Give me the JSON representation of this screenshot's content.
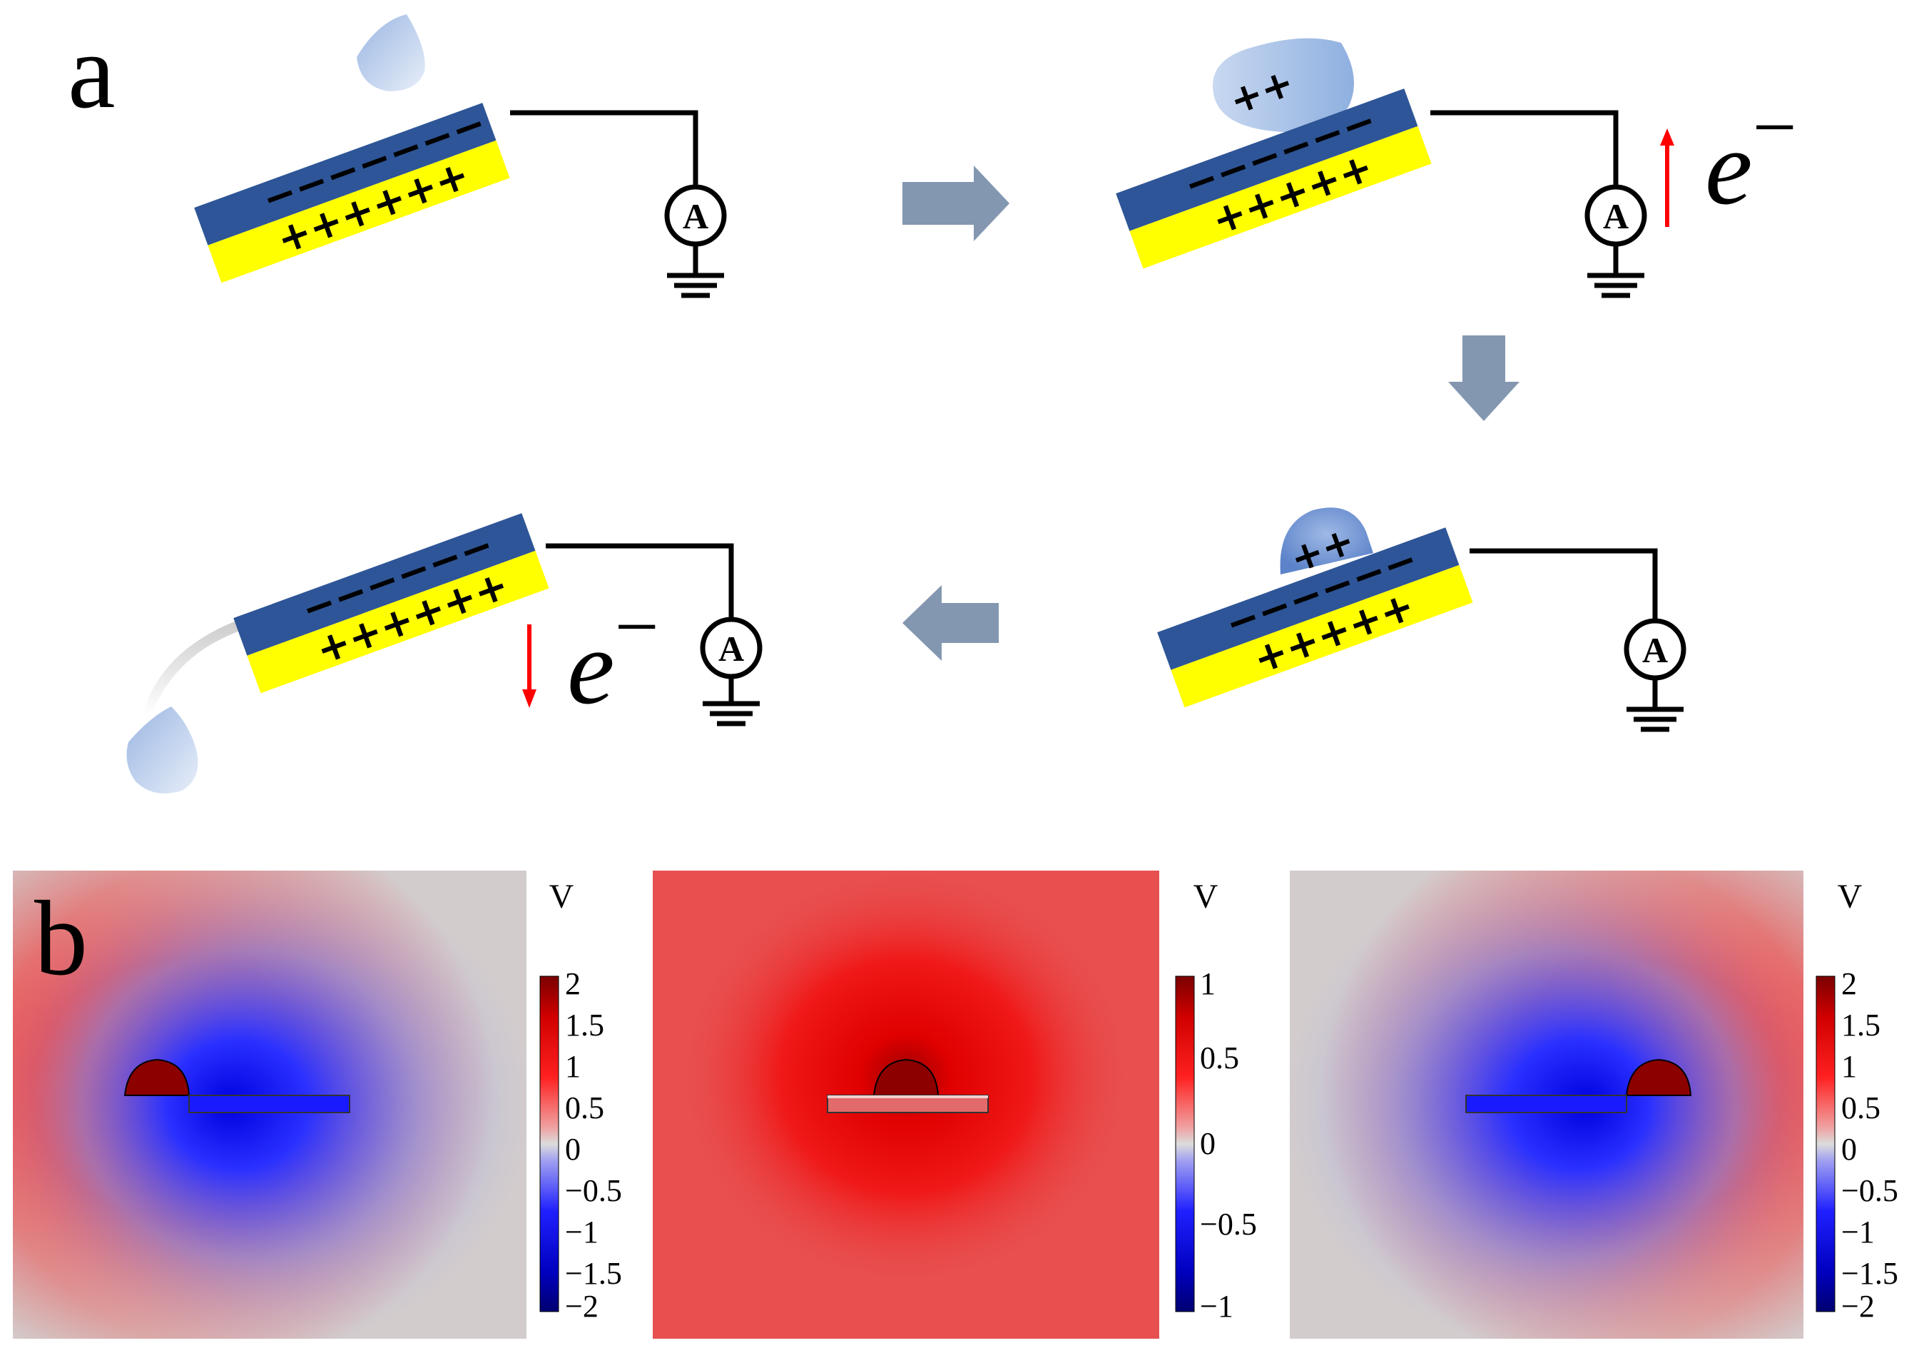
{
  "panel_a": {
    "label": "a",
    "stages": [
      {
        "id": 1,
        "top_charges": "−−−−−−−",
        "bottom_charges": "++++++",
        "drop_charges": ""
      },
      {
        "id": 2,
        "top_charges": "−−−−−−",
        "bottom_charges": "+++++",
        "drop_charges": "++",
        "electron_label": "e",
        "electron_sup": "−",
        "current_direction": "up"
      },
      {
        "id": 3,
        "top_charges": "−−−−−−",
        "bottom_charges": "+++++",
        "drop_charges": "++"
      },
      {
        "id": 4,
        "top_charges": "−−−−−−",
        "bottom_charges": "++++++",
        "drop_charges": "",
        "electron_label": "e",
        "electron_sup": "−",
        "current_direction": "down"
      }
    ],
    "meter_letter": "A",
    "colors": {
      "top_layer": "#2e5597",
      "bottom_layer": "#ffff00",
      "droplet": "#a9c3e8",
      "flow_arrow": "#8497b0",
      "electron_arrow": "#ff0000"
    }
  },
  "panel_b": {
    "label": "b",
    "colorbars": [
      {
        "unit": "V",
        "ticks": [
          "2",
          "1.5",
          "1",
          "0.5",
          "0",
          "−0.5",
          "−1",
          "−1.5",
          "−2"
        ]
      },
      {
        "unit": "V",
        "ticks": [
          "1",
          "0.5",
          "0",
          "−0.5",
          "−1"
        ]
      },
      {
        "unit": "V",
        "ticks": [
          "2",
          "1.5",
          "1",
          "0.5",
          "0",
          "−0.5",
          "−1",
          "−1.5",
          "−2"
        ]
      }
    ],
    "colormap": {
      "high": "#8b0000",
      "mid_high": "#ff0000",
      "zero": "#d9d9d9",
      "mid_low": "#0000ff",
      "low": "#00008b"
    }
  }
}
